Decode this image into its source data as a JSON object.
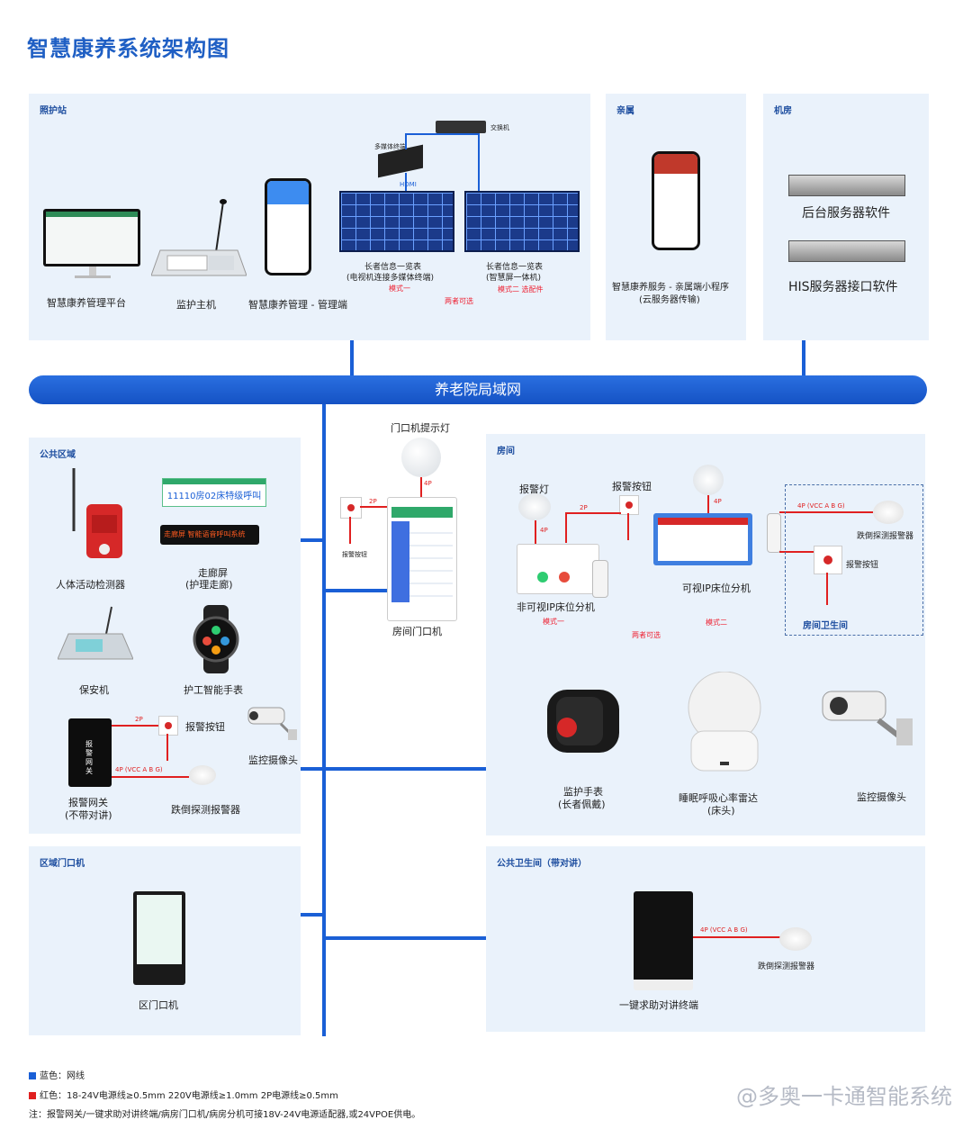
{
  "title": "智慧康养系统架构图",
  "lan_label": "养老院局域网",
  "panels": {
    "nurse_station": "照护站",
    "family": "亲属",
    "machine_room": "机房",
    "public_area": "公共区域",
    "room": "房间",
    "area_door": "区域门口机",
    "public_toilet": "公共卫生间（带对讲）",
    "room_toilet": "房间卫生间"
  },
  "nurse_station": {
    "platform": "智慧康养管理平台",
    "host": "监护主机",
    "app": "智慧康养管理 - 管理端",
    "switch": "交换机",
    "media_box": "多媒体终端",
    "hdmi": "HDMI",
    "screen1_l1": "长者信息一览表",
    "screen1_l2": "(电视机连接多媒体终端)",
    "mode1": "模式一",
    "screen2_l1": "长者信息一览表",
    "screen2_l2": "(智慧屏一体机)",
    "mode2": "模式二  选配件",
    "either": "两者可选"
  },
  "family": {
    "label_l1": "智慧康养服务 - 亲属端小程序",
    "label_l2": "(云服务器传输)"
  },
  "machine_room": {
    "server1": "后台服务器软件",
    "server2": "HIS服务器接口软件"
  },
  "public_area": {
    "detector": "人体活动检测器",
    "corridor_screen_text": "11110房02床特级呼叫",
    "corridor_led_text": "走廊屏  智能语音呼叫系统",
    "corridor_l1": "走廊屏",
    "corridor_l2": "(护理走廊)",
    "security": "保安机",
    "watch": "护工智能手表",
    "gateway_text": "报警网关",
    "alarm_button": "报警按钮",
    "camera": "监控摄像头",
    "gateway_l1": "报警网关",
    "gateway_l2": "(不带对讲)",
    "fall_detector": "跌倒探测报警器",
    "wire_2p": "2P",
    "wire_4p": "4P (VCC A B G)"
  },
  "door_unit": {
    "lamp": "门口机提示灯",
    "label": "房间门口机",
    "button_label": "报警按钮",
    "wire_4p": "4P",
    "wire_2p": "2P"
  },
  "room": {
    "alarm_lamp": "报警灯",
    "alarm_button": "报警按钮",
    "wire_2p": "2P",
    "wire_4p_a": "4P",
    "wire_4p_b": "4P",
    "non_video": "非可视IP床位分机",
    "mode1": "模式一",
    "video": "可视IP床位分机",
    "mode2": "模式二",
    "either": "两者可选",
    "wire_fall": "4P (VCC A B G)",
    "fall_detector": "跌倒探测报警器",
    "toilet_button": "报警按钮",
    "watch_l1": "监护手表",
    "watch_l2": "(长者佩戴)",
    "radar_l1": "睡眠呼吸心率雷达",
    "radar_l2": "(床头)",
    "camera": "监控摄像头"
  },
  "area_door": {
    "label": "区门口机"
  },
  "public_toilet": {
    "wire": "4P (VCC A B G)",
    "fall_detector": "跌倒探测报警器",
    "terminal": "一键求助对讲终端"
  },
  "legend": {
    "blue": "蓝色：网线",
    "red": "红色：18-24V电源线≥0.5mm   220V电源线≥1.0mm   2P电源线≥0.5mm",
    "note": "注：报警网关/一键求助对讲终端/病房门口机/病房分机可接18V-24V电源适配器,或24VPOE供电。"
  },
  "watermark": "@多奥一卡通智能系统",
  "colors": {
    "blue_line": "#1a5fd6",
    "red_line": "#e02020",
    "panel": "#eaf2fb",
    "title": "#1f5fc4"
  }
}
